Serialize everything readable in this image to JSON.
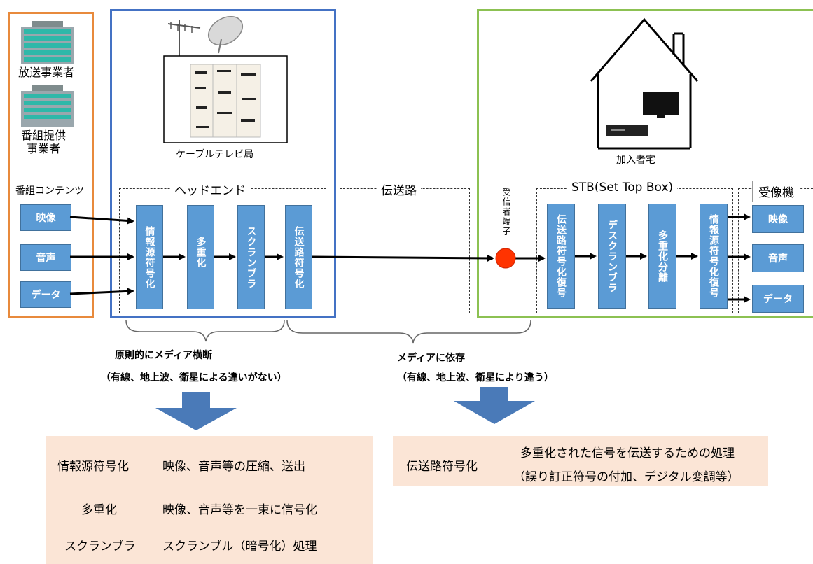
{
  "left": {
    "broadcaster": "放送事業者",
    "provider_line1": "番組提供",
    "provider_line2": "事業者",
    "contents_label": "番組コンテンツ",
    "inputs": [
      "映像",
      "音声",
      "データ"
    ]
  },
  "headend_station": {
    "station_label": "ケーブルテレビ局",
    "section_label": "ヘッドエンド",
    "blocks": [
      "情報源符号化",
      "多重化",
      "スクランブラ",
      "伝送路符号化"
    ]
  },
  "transmission": {
    "label": "伝送路"
  },
  "subscriber": {
    "home_label": "加入者宅",
    "terminal_label": "受信者端子",
    "stb_label": "STB(Set Top Box)",
    "stb_blocks": [
      "伝送路符号化復号",
      "デスクランブラ",
      "多重化分離",
      "情報源符号化復号"
    ],
    "receiver_label": "受像機",
    "outputs": [
      "映像",
      "音声",
      "データ"
    ]
  },
  "annotations": {
    "left_line1": "原則的にメディア横断",
    "left_line2": "（有線、地上波、衛星による違いがない）",
    "right_line1": "メディアに依存",
    "right_line2": "（有線、地上波、衛星により違う）"
  },
  "notes_left": [
    {
      "term": "情報源符号化",
      "desc": "映像、音声等の圧縮、送出"
    },
    {
      "term": "多重化",
      "desc": "映像、音声等を一束に信号化"
    },
    {
      "term": "スクランブラ",
      "desc": "スクランブル（暗号化）処理"
    }
  ],
  "notes_right": {
    "term": "伝送路符号化",
    "desc_line1": "多重化された信号を伝送するための処理",
    "desc_line2": "（誤り訂正符号の付加、デジタル変調等）"
  },
  "colors": {
    "orange_frame": "#e88a3c",
    "blue_frame": "#4472c4",
    "green_frame": "#8cc152",
    "block_fill": "#5b9bd5",
    "terminal": "#ff3300",
    "note_fill": "#fbe5d6",
    "arrow_fill": "#4a7ab8"
  }
}
